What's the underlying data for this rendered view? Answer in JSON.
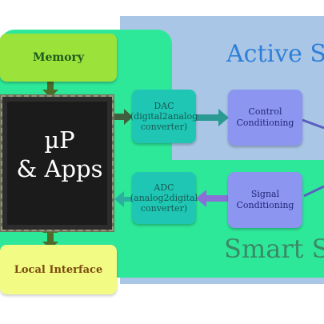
{
  "regions": {
    "active_title": "Active Se",
    "smart_title": "Smart Se"
  },
  "blocks": {
    "memory": "Memory",
    "local_interface": "Local Interface",
    "processor": {
      "line1": "µP",
      "line2": "& Apps"
    },
    "dac": {
      "line1": "DAC",
      "line2": "(digital2analog",
      "line3": "converter)"
    },
    "adc": {
      "line1": "ADC",
      "line2": "(analog2digital",
      "line3": "converter)"
    },
    "control": {
      "line1": "Control",
      "line2": "Conditioning"
    },
    "signal": {
      "line1": "Signal",
      "line2": "Conditioning"
    }
  },
  "colors": {
    "active_region": "#a9c6e6",
    "smart_region": "#2ee89a",
    "converter": "#1ec6b3",
    "conditioning": "#8c95ef",
    "memory": "#9be23a",
    "local_interface": "#f2fb83"
  }
}
